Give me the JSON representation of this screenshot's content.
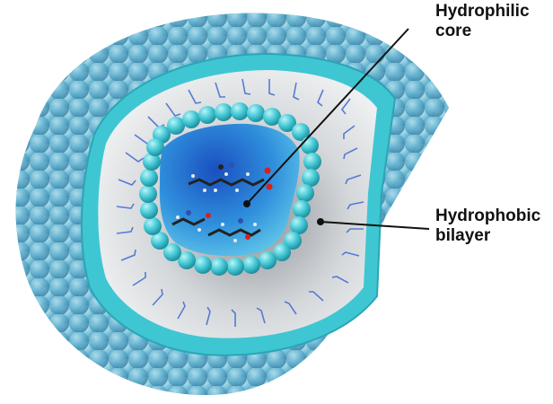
{
  "diagram": {
    "type": "liposome cross-section",
    "labels": {
      "hydrophilic_core": {
        "line1": "Hydrophilic",
        "line2": "core"
      },
      "hydrophobic_bilayer": {
        "line1": "Hydrophobic",
        "line2": "bilayer"
      }
    },
    "colors": {
      "head_group": "#4fc3d6",
      "outer_head_group": "#6ab6d3",
      "bilayer_interior": "#d4d6d9",
      "lipid_tail": "#4a6fd0",
      "core_water": "#2f7fd6",
      "leader_line": "#111111",
      "molecule_carbon": "#222222",
      "molecule_oxygen": "#d62020",
      "molecule_nitrogen": "#3050b0",
      "molecule_hydrogen": "#e8e8e8"
    }
  }
}
